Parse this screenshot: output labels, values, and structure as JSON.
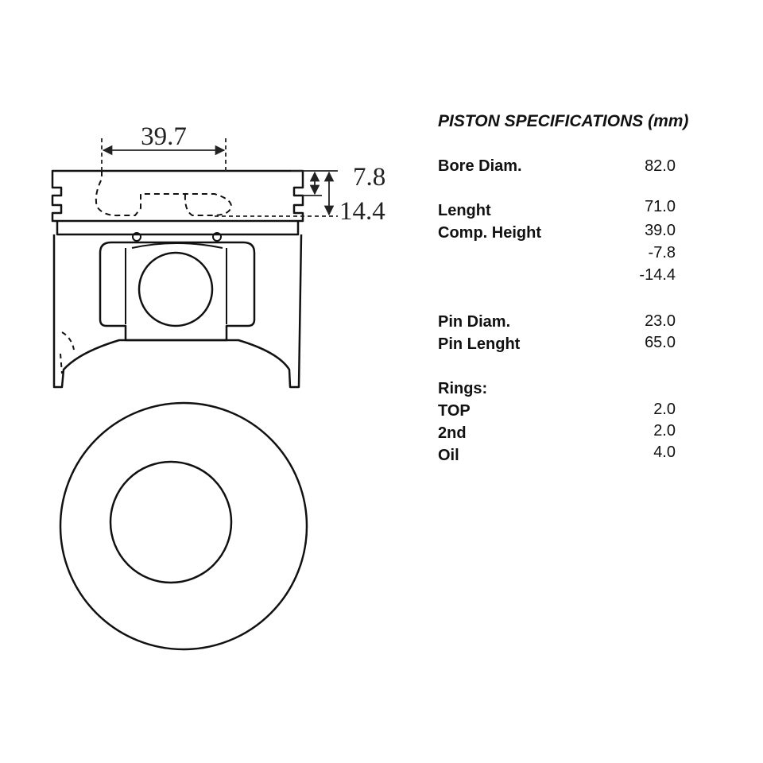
{
  "diagram": {
    "dimensions": {
      "crown_width": "39.7",
      "ring_depth_1": "7.8",
      "ring_depth_2": "14.4"
    }
  },
  "specs": {
    "title": "PISTON SPECIFICATIONS (mm)",
    "bore_label": "Bore Diam.",
    "bore_value": "82.0",
    "length_label": "Lenght",
    "length_value": "71.0",
    "comp_height_label": "Comp. Height",
    "comp_height_value": "39.0",
    "comp_height_value_2": "-7.8",
    "comp_height_value_3": "-14.4",
    "pin_diam_label": "Pin Diam.",
    "pin_diam_value": "23.0",
    "pin_length_label": "Pin Lenght",
    "pin_length_value": "65.0",
    "rings_label": "Rings:",
    "ring_top_label": "TOP",
    "ring_top_value": "2.0",
    "ring_2nd_label": "2nd",
    "ring_2nd_value": "2.0",
    "ring_oil_label": "Oil",
    "ring_oil_value": "4.0"
  }
}
